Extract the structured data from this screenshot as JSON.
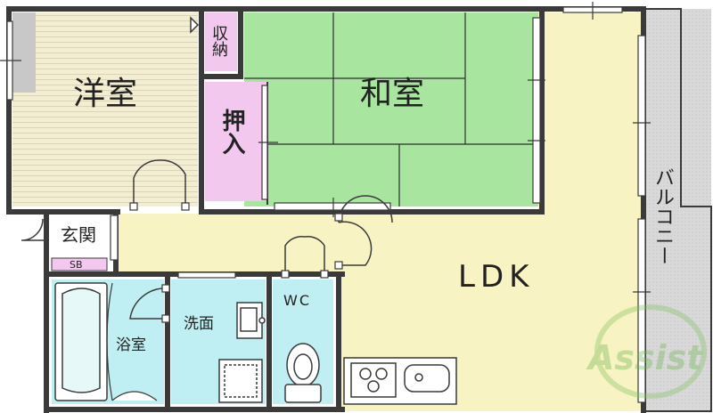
{
  "rooms": {
    "youshitsu": "洋室",
    "washitsu": "和室",
    "oshiire": "押入",
    "shuno": "収納",
    "genkan": "玄関",
    "sb": "SB",
    "ldk": "LDK",
    "yokushitsu": "浴室",
    "senmen": "洗面",
    "wc": "WC",
    "balcony": "バルコニー"
  },
  "watermark": {
    "text": "Assist"
  },
  "colors": {
    "wall": "#3a3a3a",
    "youshitsu_floor": "#f3eed2",
    "washitsu_tatami": "#a8e6a0",
    "oshiire": "#f3c8ee",
    "ldk_floor": "#f7f3c2",
    "wet_area": "#bfeff2",
    "balcony": "#d9d9d9",
    "sb": "#f3c8ee"
  }
}
